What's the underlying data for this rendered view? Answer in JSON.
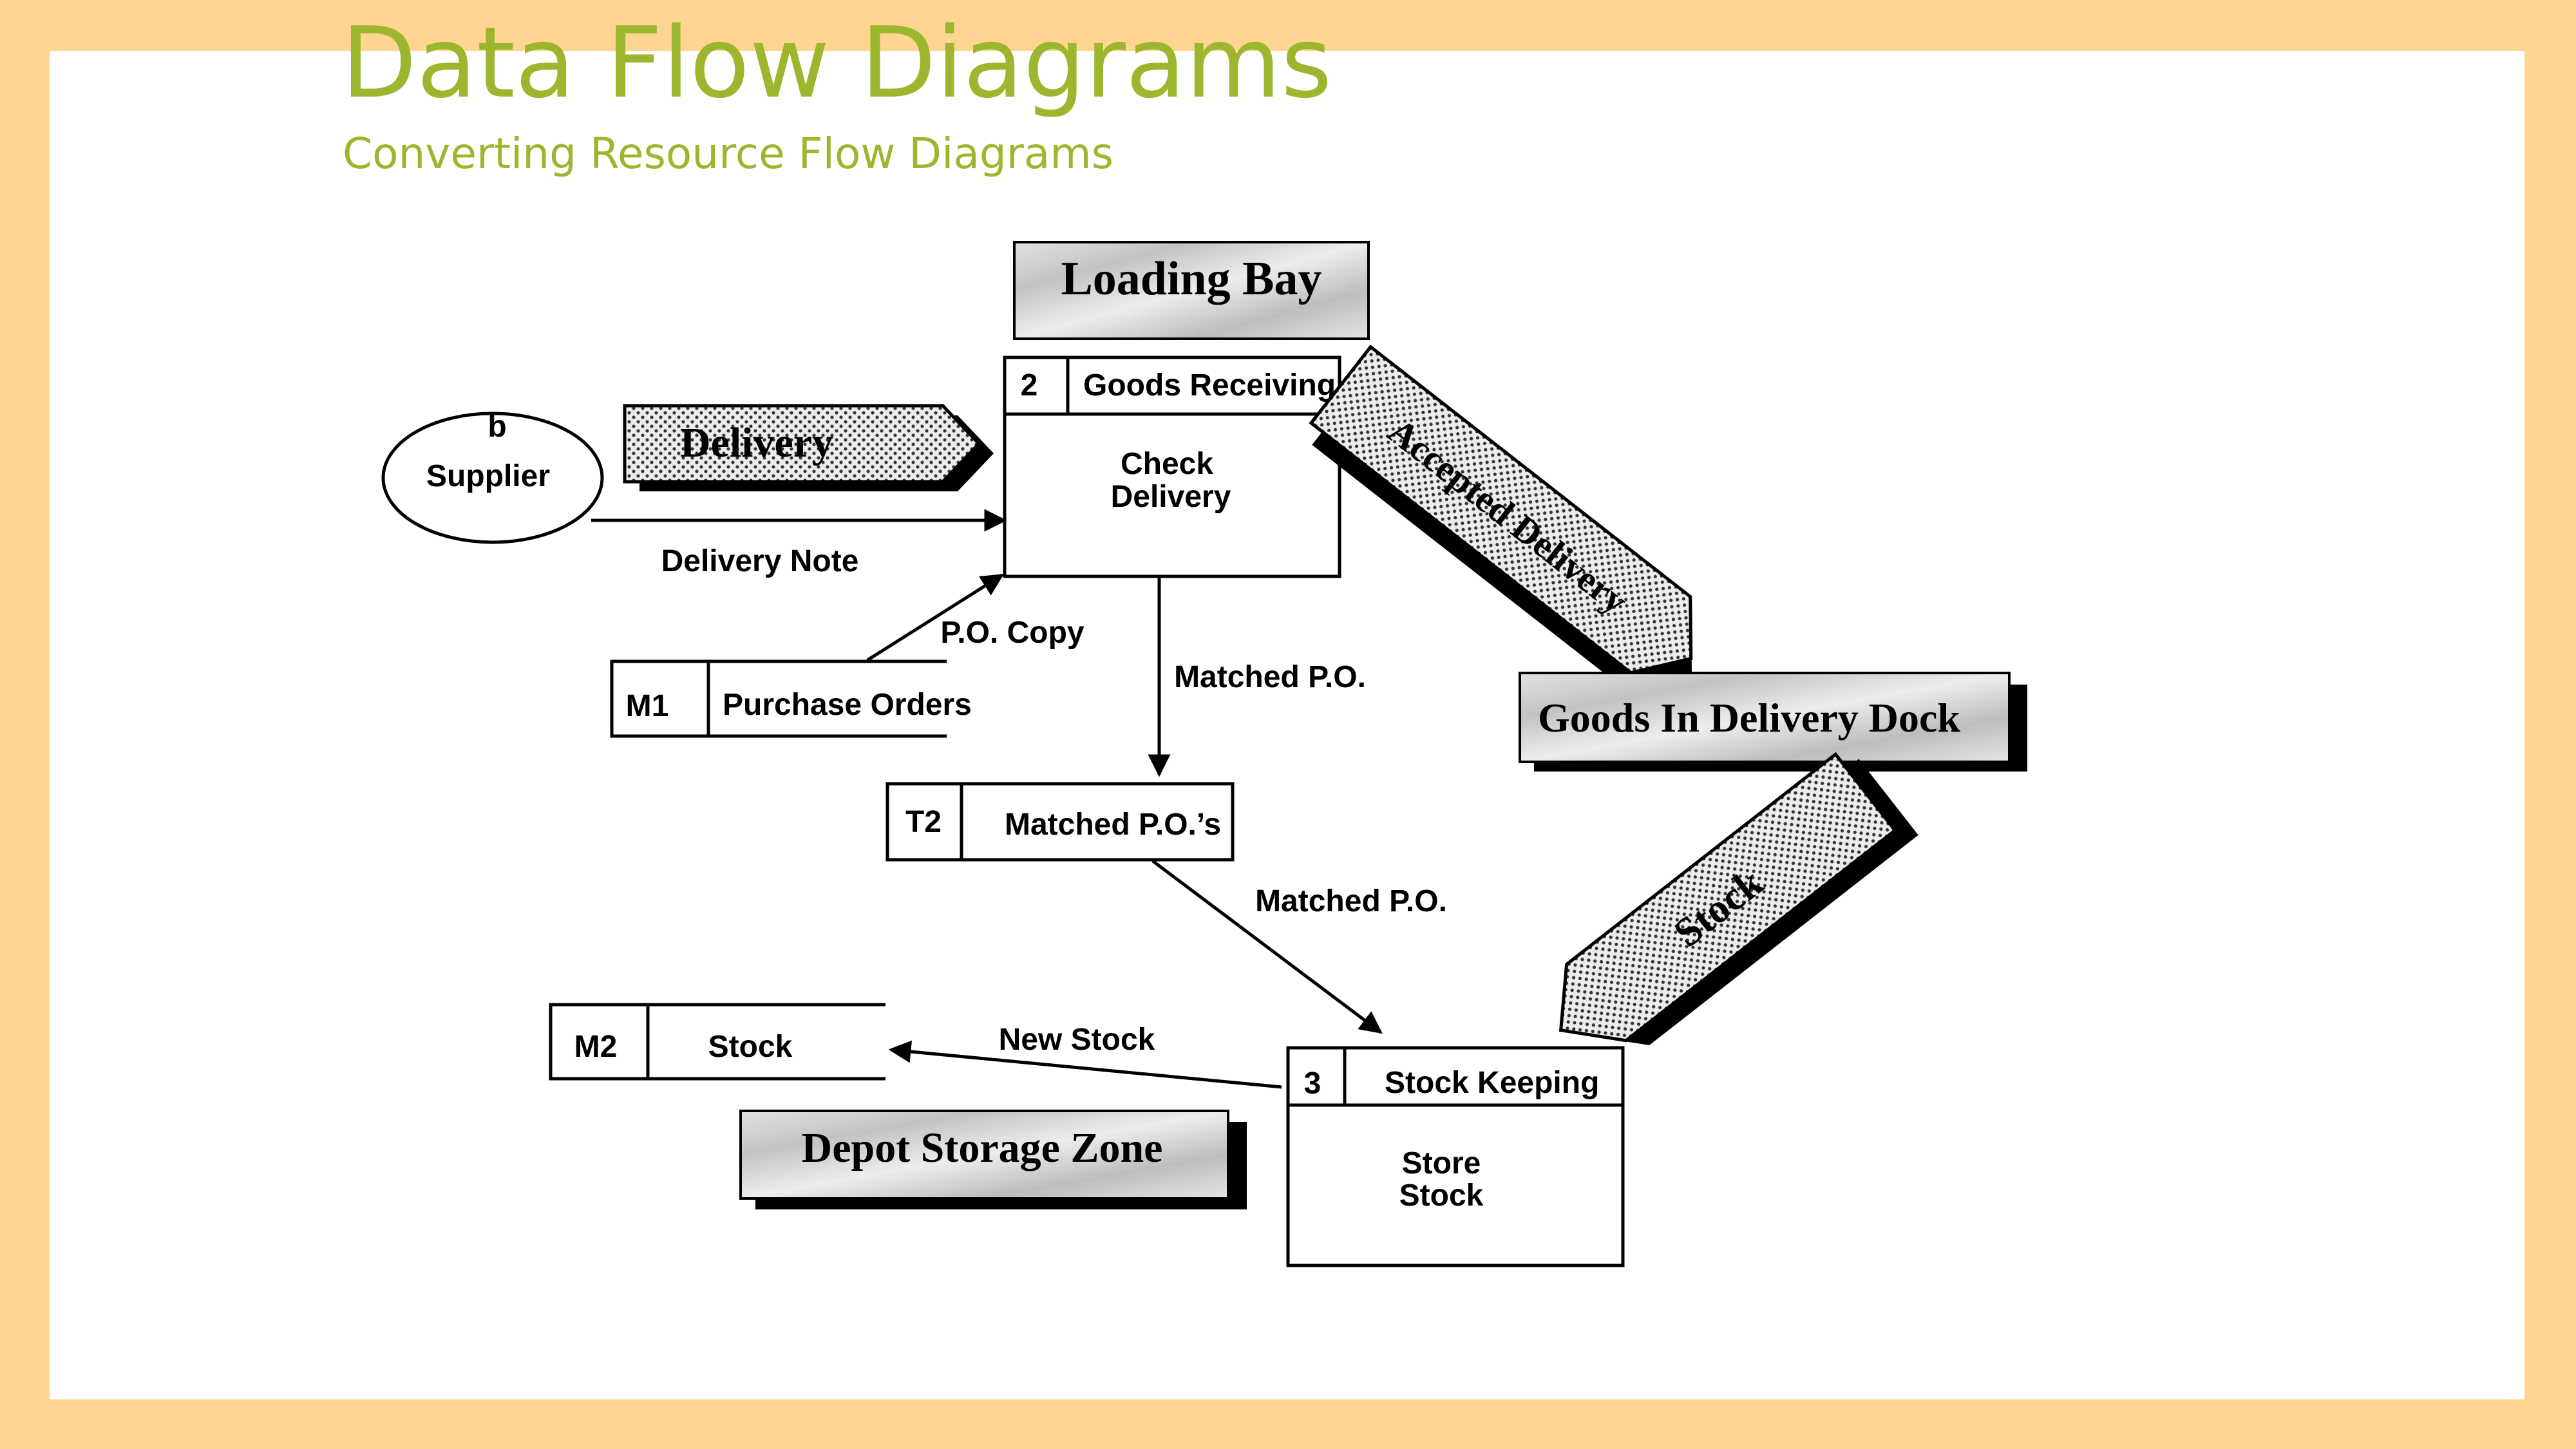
{
  "slide": {
    "title": "Data Flow Diagrams",
    "subtitle": "Converting Resource Flow Diagrams",
    "colors": {
      "background": "#FFD591",
      "title": "#9CB62E",
      "panel": "#FFFFFF"
    }
  },
  "diagram": {
    "locations": {
      "loading_bay": "Loading Bay",
      "goods_in_delivery_dock": "Goods In Delivery Dock",
      "depot_storage_zone": "Depot Storage Zone"
    },
    "resource_flows": {
      "delivery": "Delivery",
      "accepted_delivery": "Accepted Delivery",
      "stock": "Stock"
    },
    "external_entity": {
      "id": "b",
      "name": "Supplier"
    },
    "processes": [
      {
        "id": "2",
        "location": "Goods Receiving",
        "name_line1": "Check",
        "name_line2": "Delivery"
      },
      {
        "id": "3",
        "location": "Stock Keeping",
        "name_line1": "Store",
        "name_line2": "Stock"
      }
    ],
    "data_stores": [
      {
        "id": "M1",
        "name": "Purchase Orders"
      },
      {
        "id": "T2",
        "name": "Matched P.O.’s"
      },
      {
        "id": "M2",
        "name": "Stock"
      }
    ],
    "data_flows": {
      "delivery_note": "Delivery Note",
      "po_copy": "P.O. Copy",
      "matched_po_1": "Matched P.O.",
      "matched_po_2": "Matched P.O.",
      "new_stock": "New Stock"
    }
  }
}
